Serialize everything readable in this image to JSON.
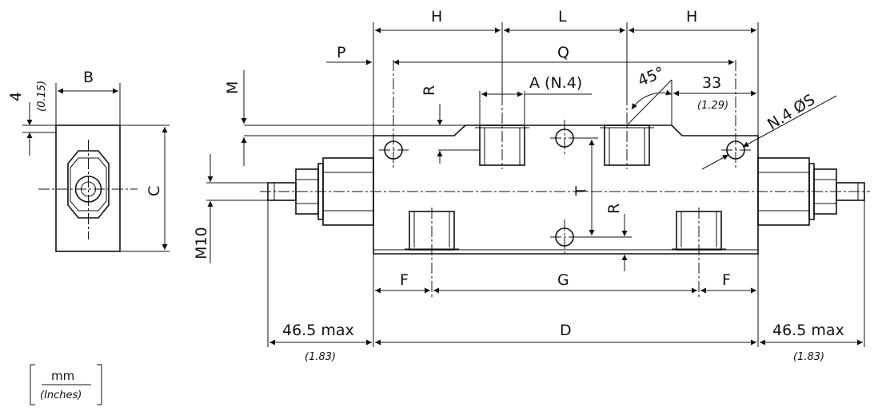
{
  "side_view": {
    "dim_b": "B",
    "dim_c": "C",
    "dim_4": "4",
    "dim_4_inch": "(0.15)"
  },
  "front_view": {
    "dim_h_left": "H",
    "dim_l": "L",
    "dim_h_right": "H",
    "dim_p": "P",
    "dim_q": "Q",
    "dim_m": "M",
    "dim_r_top": "R",
    "dim_a": "A (N.4)",
    "angle": "45°",
    "dim_33": "33",
    "dim_33_inch": "(1.29)",
    "holes": "N.4 ØS",
    "dim_t": "T",
    "dim_r_bottom": "R",
    "thread": "M10",
    "dim_f_left": "F",
    "dim_g": "G",
    "dim_f_right": "F",
    "dim_d": "D",
    "left_max": "46.5 max",
    "left_max_inch": "(1.83)",
    "right_max": "46.5 max",
    "right_max_inch": "(1.83)"
  },
  "units_legend": {
    "top": "mm",
    "bottom": "(Inches)"
  }
}
